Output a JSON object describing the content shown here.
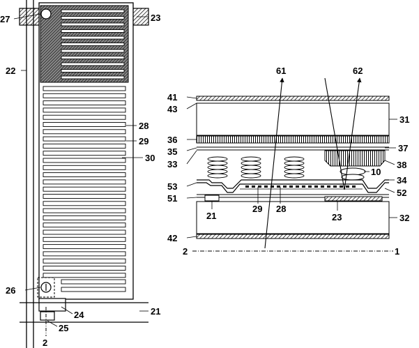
{
  "figure": {
    "left_view": {
      "labels": {
        "l27": "27",
        "l23": "23",
        "l22": "22",
        "l28": "28",
        "l29": "29",
        "l30": "30",
        "l26": "26",
        "l24": "24",
        "l21": "21",
        "l25": "25",
        "l2": "2"
      }
    },
    "right_view": {
      "labels": {
        "l61": "61",
        "l62": "62",
        "l41": "41",
        "l43": "43",
        "l31": "31",
        "l36": "36",
        "l37": "37",
        "l35": "35",
        "l33": "33",
        "l38": "38",
        "l10": "10",
        "l34": "34",
        "l53": "53",
        "l52": "52",
        "l51": "51",
        "l21": "21",
        "l29": "29",
        "l28": "28",
        "l23": "23",
        "l32": "32",
        "l42": "42",
        "l2": "2",
        "l1": "1"
      }
    }
  }
}
